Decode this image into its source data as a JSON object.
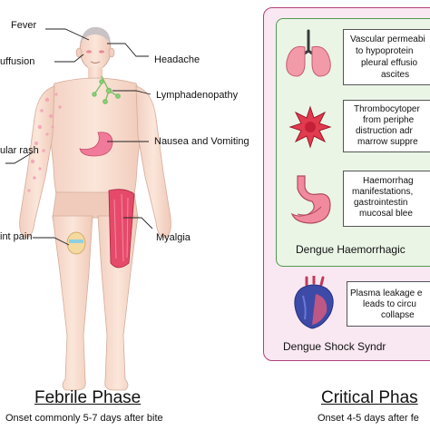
{
  "febrile": {
    "labels": {
      "fever": "Fever",
      "suffusion": "uffusion",
      "headache": "Headache",
      "lymphadenopathy": "Lymphadenopathy",
      "rash": "ular rash",
      "nausea": "Nausea and Vomiting",
      "myalgia": "Myalgia",
      "joint_pain": "int pain"
    },
    "title": "Febrile Phase",
    "subtitle": "Onset commonly 5-7 days after bite"
  },
  "critical": {
    "items": [
      {
        "icon": "lungs-icon",
        "lines": [
          "Vascular permeabi",
          "to hypoprotein",
          "pleural effusio",
          "ascites"
        ]
      },
      {
        "icon": "platelet-icon",
        "lines": [
          "Thrombocytoper",
          "from periphe",
          "distruction adr",
          "marrow suppre"
        ]
      },
      {
        "icon": "stomach-icon",
        "lines": [
          "Haemorrhag",
          "manifestations,",
          "gastrointestin",
          "mucosal blee"
        ]
      },
      {
        "icon": "heart-icon",
        "lines": [
          "Plasma leakage e",
          "leads to circu",
          "collapse"
        ]
      }
    ],
    "dhf_title": "Dengue Haemorrhagic",
    "dss_title": "Dengue Shock Syndr",
    "title": "Critical Phas",
    "subtitle": "Onset 4-5 days after fe"
  },
  "colors": {
    "panel_border": "#b0407a",
    "panel_fill": "#f9e8f2",
    "inner_border": "#4f9a4f",
    "inner_fill": "#eaf5e6",
    "skin": "#f7ddd0",
    "rash": "#f3a0b4",
    "muscle": "#e64a6a"
  }
}
